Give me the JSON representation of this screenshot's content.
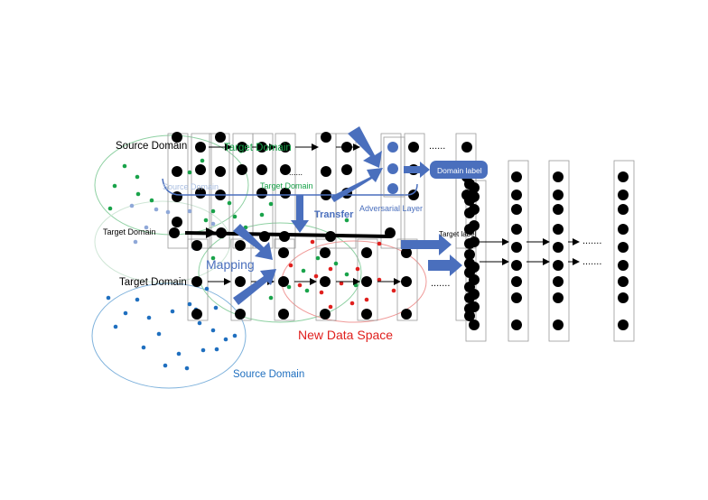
{
  "labels": {
    "source_domain_top": "Source Domain",
    "target_domain_top_overlap": "Target Domain",
    "ellipsis_top": "......",
    "ellipsis_mid_small": "......",
    "source_domain_faded": "Source Domain",
    "target_domain_small_green": "Target Domain",
    "transfer": "Transfer",
    "adversarial_layer": "Adversarial Layer",
    "domain_label": "Domain label",
    "target_domain_mid": "Target Domain",
    "target_label": "Target label",
    "mapping": "Mapping",
    "target_domain_low": "Target Domain",
    "ellipsis_low": ".......",
    "new_data_space": "New Data Space",
    "source_domain_bottom": "Source Domain",
    "ellipsis_right_1": ".......",
    "ellipsis_right_2": "......."
  },
  "colors": {
    "green": "#19a34a",
    "blue": "#1f6fbf",
    "light_blue": "#8fa8d8",
    "red": "#e0201e",
    "arrow_blue": "#4a6fbd",
    "ellipse_green": "#8fd1a3",
    "ellipse_blue": "#7fb2dc",
    "ellipse_red": "#f09a98"
  }
}
